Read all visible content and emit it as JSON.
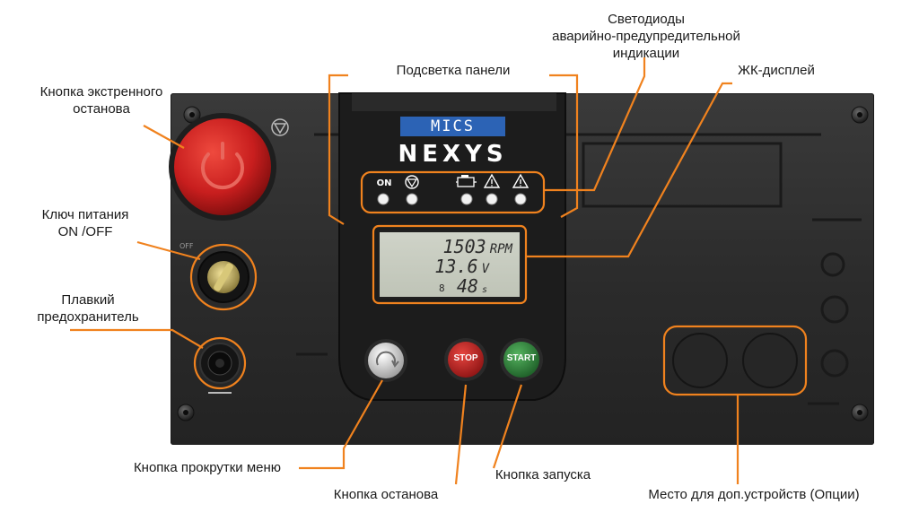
{
  "callouts": {
    "emergency_stop_line1": "Кнопка экстренного",
    "emergency_stop_line2": "останова",
    "power_key_line1": "Ключ питания",
    "power_key_line2": "ON /OFF",
    "fuse_line1": "Плавкий",
    "fuse_line2": "предохранитель",
    "backlight": "Подсветка панели",
    "leds_line1": "Светодиоды",
    "leds_line2": "аварийно-предупредительной",
    "leds_line3": "индикации",
    "lcd": "ЖК-дисплей",
    "scroll_button": "Кнопка прокрутки меню",
    "stop_button": "Кнопка останова",
    "start_button": "Кнопка запуска",
    "options_space": "Место для доп.устройств (Опции)"
  },
  "controller": {
    "brand_top": "MICS",
    "brand_bottom": "NEXYS",
    "led_on_label": "ON",
    "stop_label": "STOP",
    "start_label": "START"
  },
  "lcd": {
    "rpm_value": "1503",
    "rpm_unit": "RPM",
    "volt_value": "13.6",
    "volt_unit": "V",
    "sec_value": "48",
    "sec_unit": "s",
    "row3_prefix": "8"
  },
  "colors": {
    "callout_orange": "#f0821e",
    "panel": "#2e2e2e",
    "emergency_red": "#c81e1e",
    "stop_red": "#c0201f",
    "start_green": "#2e8a3a",
    "brand_blue": "#2c63b5"
  },
  "icons": [
    "emergency-stop-icon",
    "warning-triangle-icon",
    "engine-icon",
    "battery-icon",
    "scroll-arrow-icon"
  ]
}
